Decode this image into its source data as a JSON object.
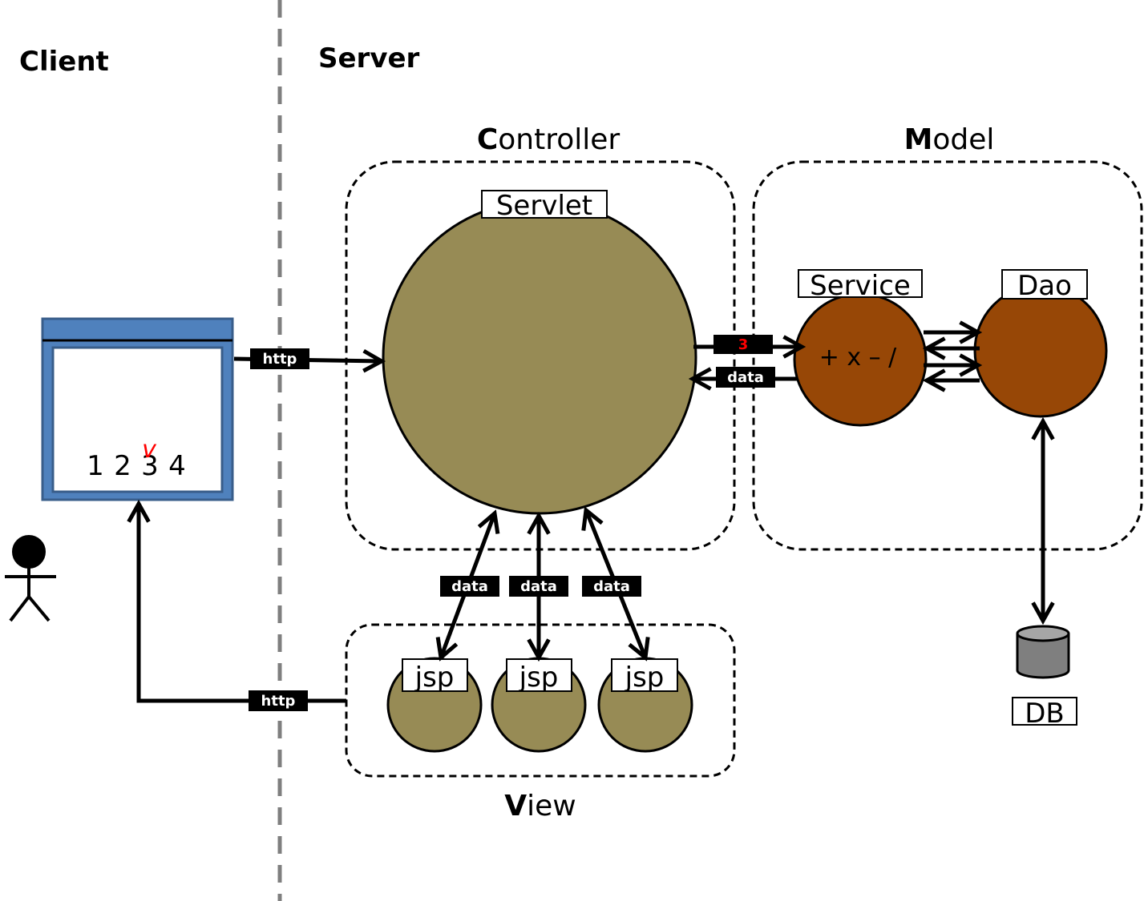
{
  "sections": {
    "client": "Client",
    "server": "Server"
  },
  "groups": {
    "controller": {
      "initial": "C",
      "rest": "ontroller"
    },
    "model": {
      "initial": "M",
      "rest": "odel"
    },
    "view": {
      "initial": "V",
      "rest": "iew"
    }
  },
  "nodes": {
    "servlet": "Servlet",
    "service": "Service",
    "service_ops": "+  x  –  /",
    "dao": "Dao",
    "jsp": [
      "jsp",
      "jsp",
      "jsp"
    ],
    "db": "DB"
  },
  "browser": {
    "pages": [
      "1",
      "2",
      "3",
      "4"
    ],
    "selected_mark": "v"
  },
  "arrows": {
    "http_request": "http",
    "http_response": "http",
    "to_service": "3",
    "from_service": "data",
    "view_data": [
      "data",
      "data",
      "data"
    ]
  },
  "colors": {
    "controller_fill": "#978b55",
    "model_fill": "#974706",
    "browser_frame": "#4f81bd",
    "browser_border": "#385d8a",
    "tag_bg": "#000000",
    "highlight": "#ff0000",
    "db_fill": "#7f7f7f"
  }
}
